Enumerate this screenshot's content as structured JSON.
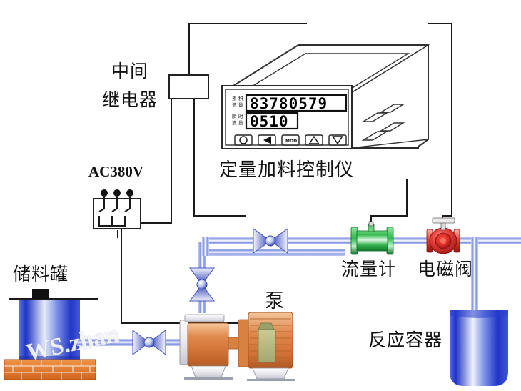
{
  "diagram": {
    "title": "定量加料控制仪",
    "background": "#ffffff",
    "labels": {
      "relay": "中间继电器",
      "relay_line1": "中间",
      "relay_line2": "继电器",
      "power": "AC380V",
      "controller": "定量加料控制仪",
      "flowmeter": "流量计",
      "solenoid_valve": "电磁阀",
      "storage_tank": "储料罐",
      "pump": "泵",
      "reaction_vessel": "反应容器"
    },
    "controller": {
      "name": "定量加料控制仪",
      "display": {
        "cumulative_label_top": "累积",
        "cumulative_label_bottom": "流量",
        "cumulative_left_char": "累",
        "cumulative_right_char": "积",
        "cumulative_left_char2": "流",
        "cumulative_right_char2": "量",
        "cumulative_value": "83780579",
        "instant_left_char": "瞬",
        "instant_right_char": "时",
        "instant_left_char2": "流",
        "instant_right_char2": "量",
        "instant_value": "0510"
      },
      "buttons": [
        {
          "name": "enter-button",
          "glyph": "circle",
          "label": ""
        },
        {
          "name": "left-button",
          "glyph": "triangle-left",
          "label": ""
        },
        {
          "name": "mode-button",
          "glyph": "text",
          "label": "MOD"
        },
        {
          "name": "up-button",
          "glyph": "triangle-up",
          "label": ""
        },
        {
          "name": "down-button",
          "glyph": "triangle-down",
          "label": ""
        }
      ],
      "terminals_right": 4
    },
    "components": {
      "flowmeter_color": "#2fb84a",
      "solenoid_color": "#e8413c",
      "pipe_color": "#8aa0e8",
      "tank_color": "#2b45c8",
      "pump_color": "#e08b4f",
      "brick_color": "#e07b2e",
      "valve_color": "#5a6fd8",
      "wire_color": "#1a1a1a"
    },
    "watermark": "WS.zhan"
  }
}
